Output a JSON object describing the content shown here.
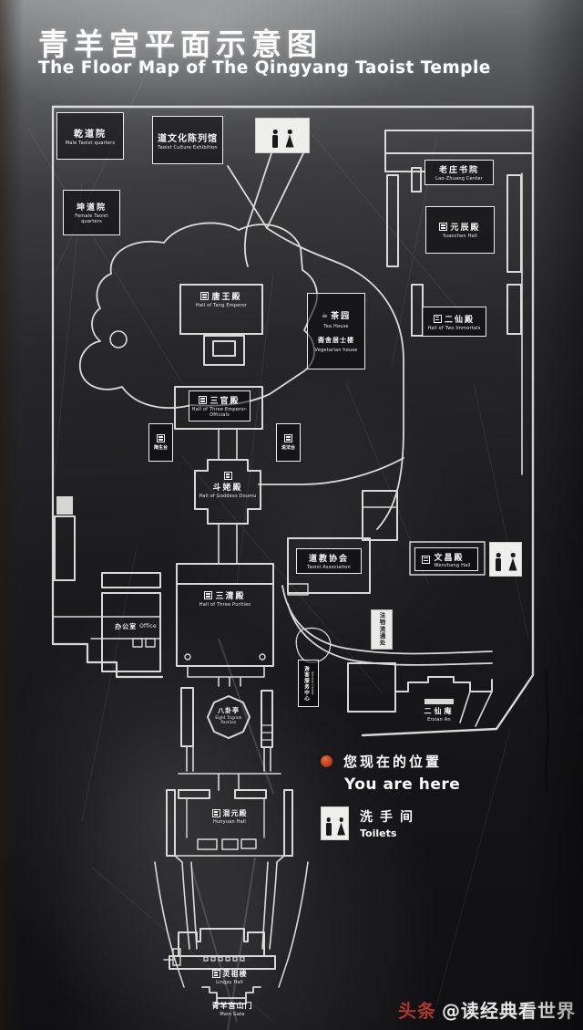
{
  "title": {
    "zh": "青羊宫平面示意图",
    "en": "The Floor Map of The Qingyang Taoist Temple"
  },
  "labels": {
    "male_quarters": {
      "zh": "乾道院",
      "en": "Male Taoist quarters"
    },
    "culture_exhibition": {
      "zh": "道文化陈列馆",
      "en": "Taoist Culture Exhibition"
    },
    "female_quarters": {
      "zh": "坤道院",
      "en": "Female Taoist quarters"
    },
    "laozhuang_center": {
      "zh": "老庄书院",
      "en": "Lao-Zhuang Center"
    },
    "yuanchen_hall": {
      "zh": "元辰殿",
      "en": "Yuanchen Hall"
    },
    "two_immortals_hall": {
      "zh": "二仙殿",
      "en": "Hall of Two Immortals"
    },
    "tea_house": {
      "zh": "茶园",
      "en": "Tea House"
    },
    "vegetarian": {
      "zh": "斋舍居士楼",
      "en": "Vegetarian house"
    },
    "tang_emperor_hall": {
      "zh": "唐王殿",
      "en": "Hall of Tang Emperor"
    },
    "three_officials_hall": {
      "zh": "三官殿",
      "en": "Hall of Three Emperor-Officials"
    },
    "jiangsheng_terrace": {
      "zh": "降生台",
      "en": ""
    },
    "shuofa_terrace": {
      "zh": "说法台",
      "en": ""
    },
    "doumu_hall": {
      "zh": "斗姥殿",
      "en": "Hall of Goddess Doumu"
    },
    "taoist_association": {
      "zh": "道教协会",
      "en": "Taoist Association"
    },
    "wenchang_hall": {
      "zh": "文昌殿",
      "en": "Wenchang Hall"
    },
    "office": {
      "zh": "办公室",
      "en": "Office"
    },
    "three_purities_hall": {
      "zh": "三清殿",
      "en": "Hall of Three Purities"
    },
    "shop": {
      "zh": "法物流通处",
      "en": ""
    },
    "visitor_center": {
      "zh": "游客服务中心",
      "en": "Service Center"
    },
    "bagua_pavilion": {
      "zh": "八卦亭",
      "en": "Eight Trigram Pavilion"
    },
    "hunyuan_hall": {
      "zh": "混元殿",
      "en": "Hunyuan Hall"
    },
    "lingzu_hall": {
      "zh": "灵祖楼",
      "en": "Lingzu Hall"
    },
    "main_gate": {
      "zh": "青羊宫山门",
      "en": "Main Gate"
    },
    "erxian_an": {
      "zh": "二仙庵",
      "en": "Erxian An"
    }
  },
  "legend": {
    "you_are_here": {
      "zh": "您现在的位置",
      "en": "You are here"
    },
    "toilets": {
      "zh": "洗手间",
      "en": "Toilets"
    }
  },
  "watermark": {
    "badge": "头条",
    "handle": "@读经典看世界"
  },
  "colors": {
    "background": "#1b1b1e",
    "line": "#e9e9e7",
    "marker_red": "#c2401f",
    "badge_red": "#a8392b"
  }
}
